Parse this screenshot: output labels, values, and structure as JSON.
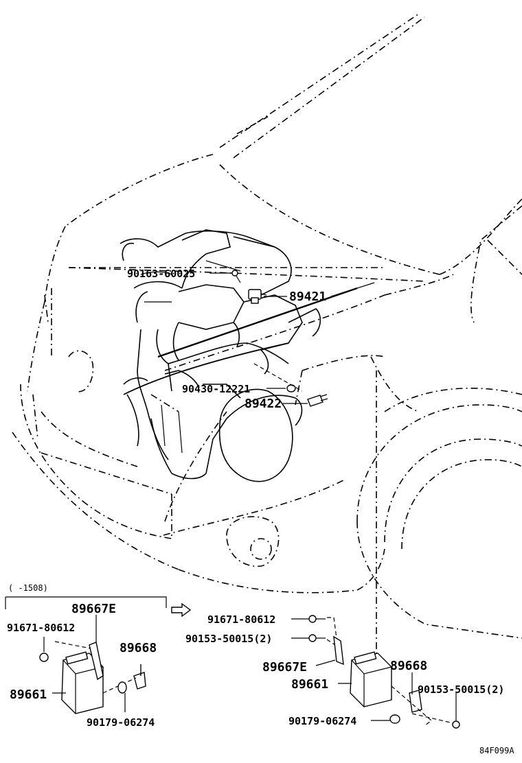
{
  "labels": {
    "p90163": "90163-60025",
    "p89421": "89421",
    "p90430": "90430-12221",
    "p89422": "89422",
    "range": "(      -1508)",
    "l89667e": "89667E",
    "l91671": "91671-80612",
    "l89668": "89668",
    "l89661": "89661",
    "l90179": "90179-06274",
    "r91671": "91671-80612",
    "r90153a": "90153-50015(2)",
    "r89667e": "89667E",
    "r89668": "89668",
    "r89661": "89661",
    "r90153b": "90153-50015(2)",
    "r90179": "90179-06274",
    "code": "84F099A"
  }
}
